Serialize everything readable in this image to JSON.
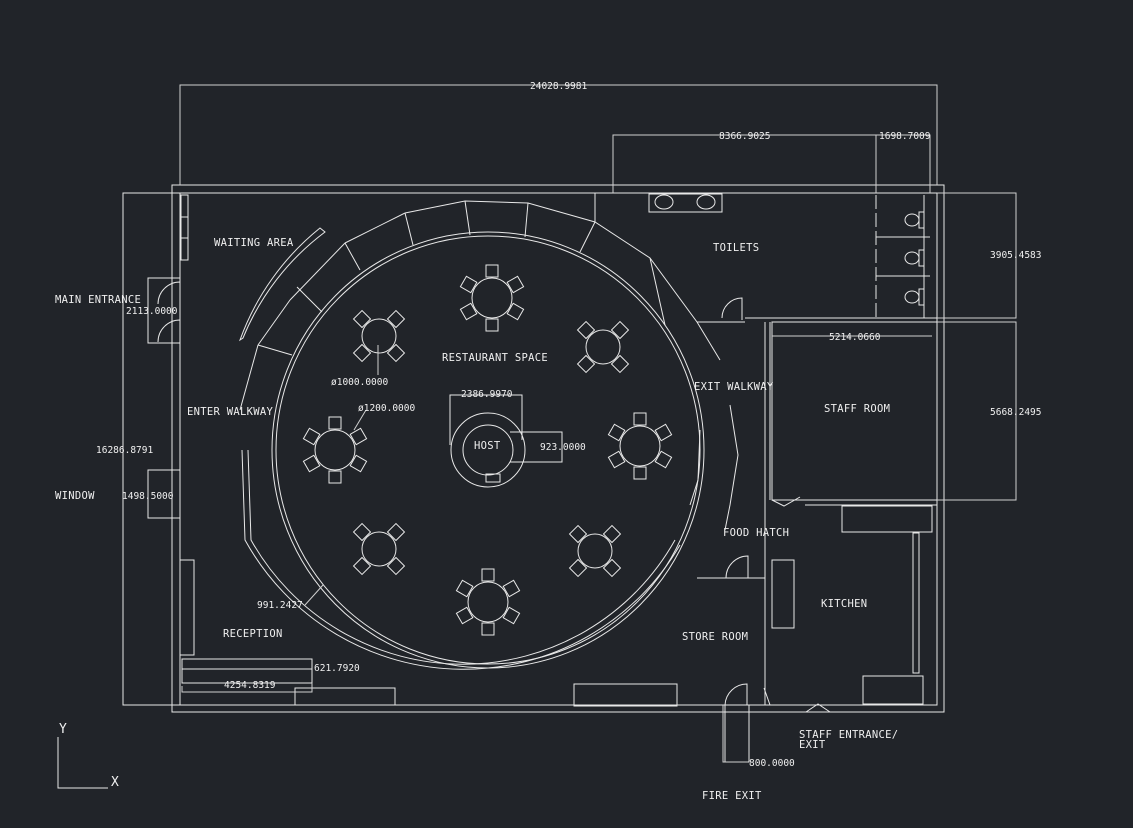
{
  "labels": {
    "waiting_area": "WAITING AREA",
    "main_entrance": "MAIN ENTRANCE",
    "restaurant_space": "RESTAURANT SPACE",
    "enter_walkway": "ENTER WALKWAY",
    "exit_walkway": "EXIT WALKWAY",
    "host": "HOST",
    "window": "WINDOW",
    "toilets": "TOILETS",
    "staff_room": "STAFF ROOM",
    "food_hatch": "FOOD HATCH",
    "kitchen": "KITCHEN",
    "store_room": "STORE ROOM",
    "reception": "RECEPTION",
    "staff_entrance": "STAFF ENTRANCE/",
    "staff_entrance_2": "EXIT",
    "fire_exit": "FIRE EXIT"
  },
  "dimensions": {
    "overall_width": "24028.9981",
    "toilets_width": "8366.9025",
    "stall_width": "1698.7009",
    "toilets_depth": "3905.4583",
    "staff_room_width": "5214.0660",
    "staff_room_depth": "5668.2495",
    "entrance_width": "2113.0000",
    "overall_depth": "16286.8791",
    "window_width": "1498.5000",
    "small_table_dia": "ø1000.0000",
    "large_table_dia": "ø1200.0000",
    "host_width": "2386.9970",
    "host_depth": "923.0000",
    "walkway_width": "991.2427",
    "desk_depth": "621.7920",
    "desk_width": "4254.8319",
    "fire_exit_width": "800.0000"
  },
  "ucs": {
    "x": "X",
    "y": "Y"
  },
  "colors": {
    "background": "#212429",
    "linework": "#e8e8e8"
  }
}
